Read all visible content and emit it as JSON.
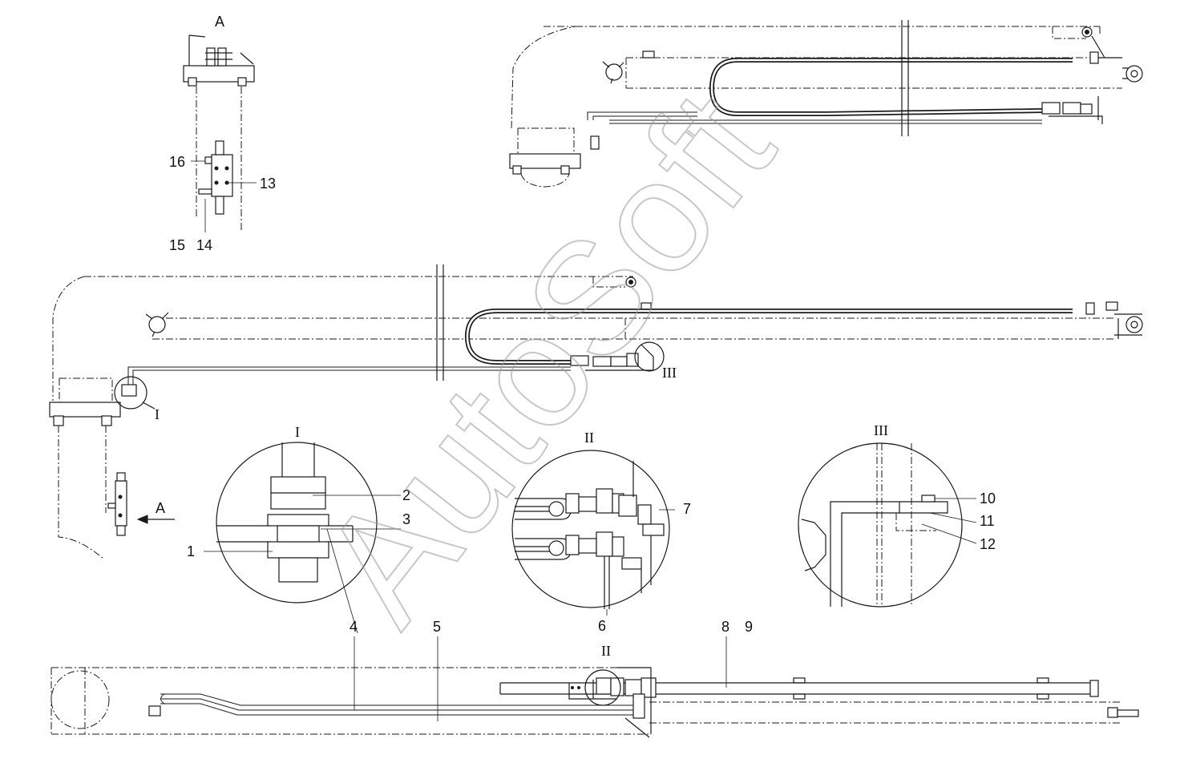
{
  "watermark": "AutoSoft",
  "corner_mark": "",
  "view_labels": {
    "view_a_title": "A",
    "view_a_arrow": "A",
    "detail_i_marker": "I",
    "detail_iii_marker": "III",
    "detail_ii_marker": "II",
    "detail_i_title": "I",
    "detail_ii_title": "II",
    "detail_iii_title": "III"
  },
  "callouts": {
    "c1": "1",
    "c2": "2",
    "c3": "3",
    "c4": "4",
    "c5": "5",
    "c6": "6",
    "c7": "7",
    "c8": "8",
    "c9": "9",
    "c10": "10",
    "c11": "11",
    "c12": "12",
    "c13": "13",
    "c14": "14",
    "c15": "15",
    "c16": "16"
  }
}
